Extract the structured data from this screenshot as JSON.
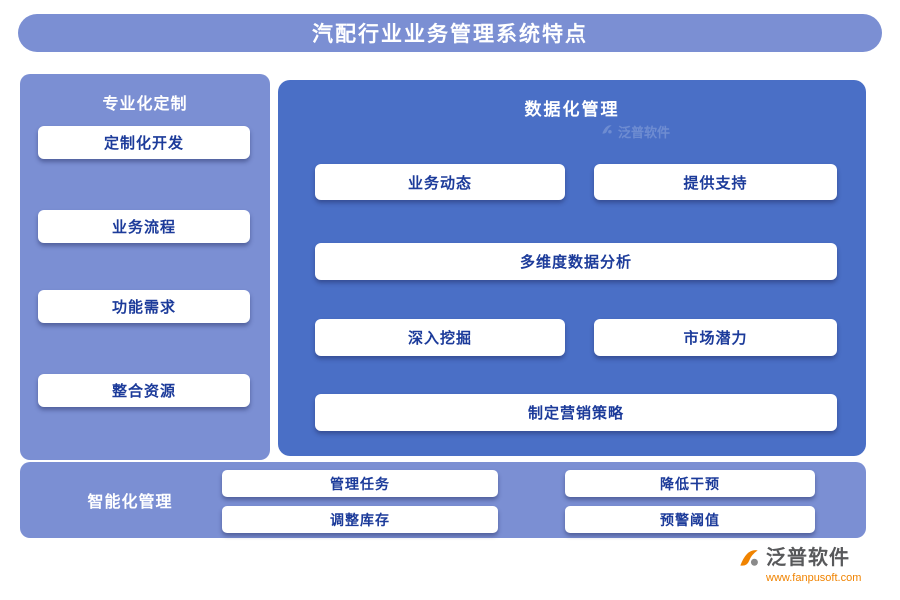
{
  "header": {
    "title": "汽配行业业务管理系统特点"
  },
  "left_panel": {
    "title": "专业化定制",
    "items": [
      {
        "label": "定制化开发"
      },
      {
        "label": "业务流程"
      },
      {
        "label": "功能需求"
      },
      {
        "label": "整合资源"
      }
    ]
  },
  "main_panel": {
    "title": "数据化管理",
    "watermark": "泛普软件",
    "buttons": [
      {
        "label": "业务动态"
      },
      {
        "label": "提供支持"
      },
      {
        "label": "多维度数据分析"
      },
      {
        "label": "深入挖掘"
      },
      {
        "label": "市场潜力"
      },
      {
        "label": "制定营销策略"
      }
    ]
  },
  "bottom_panel": {
    "title": "智能化管理",
    "buttons": [
      {
        "label": "管理任务"
      },
      {
        "label": "降低干预"
      },
      {
        "label": "调整库存"
      },
      {
        "label": "预警阈值"
      }
    ]
  },
  "footer": {
    "brand": "泛普软件",
    "url": "www.fanpusoft.com"
  },
  "colors": {
    "header_bg": "#7b8fd3",
    "side_bg": "#7b8fd3",
    "main_bg": "#4a6fc6",
    "button_bg": "#ffffff",
    "button_text": "#1c3b9a",
    "title_text": "#ffffff",
    "brand_text": "#58595b",
    "url_text": "#f08300"
  }
}
